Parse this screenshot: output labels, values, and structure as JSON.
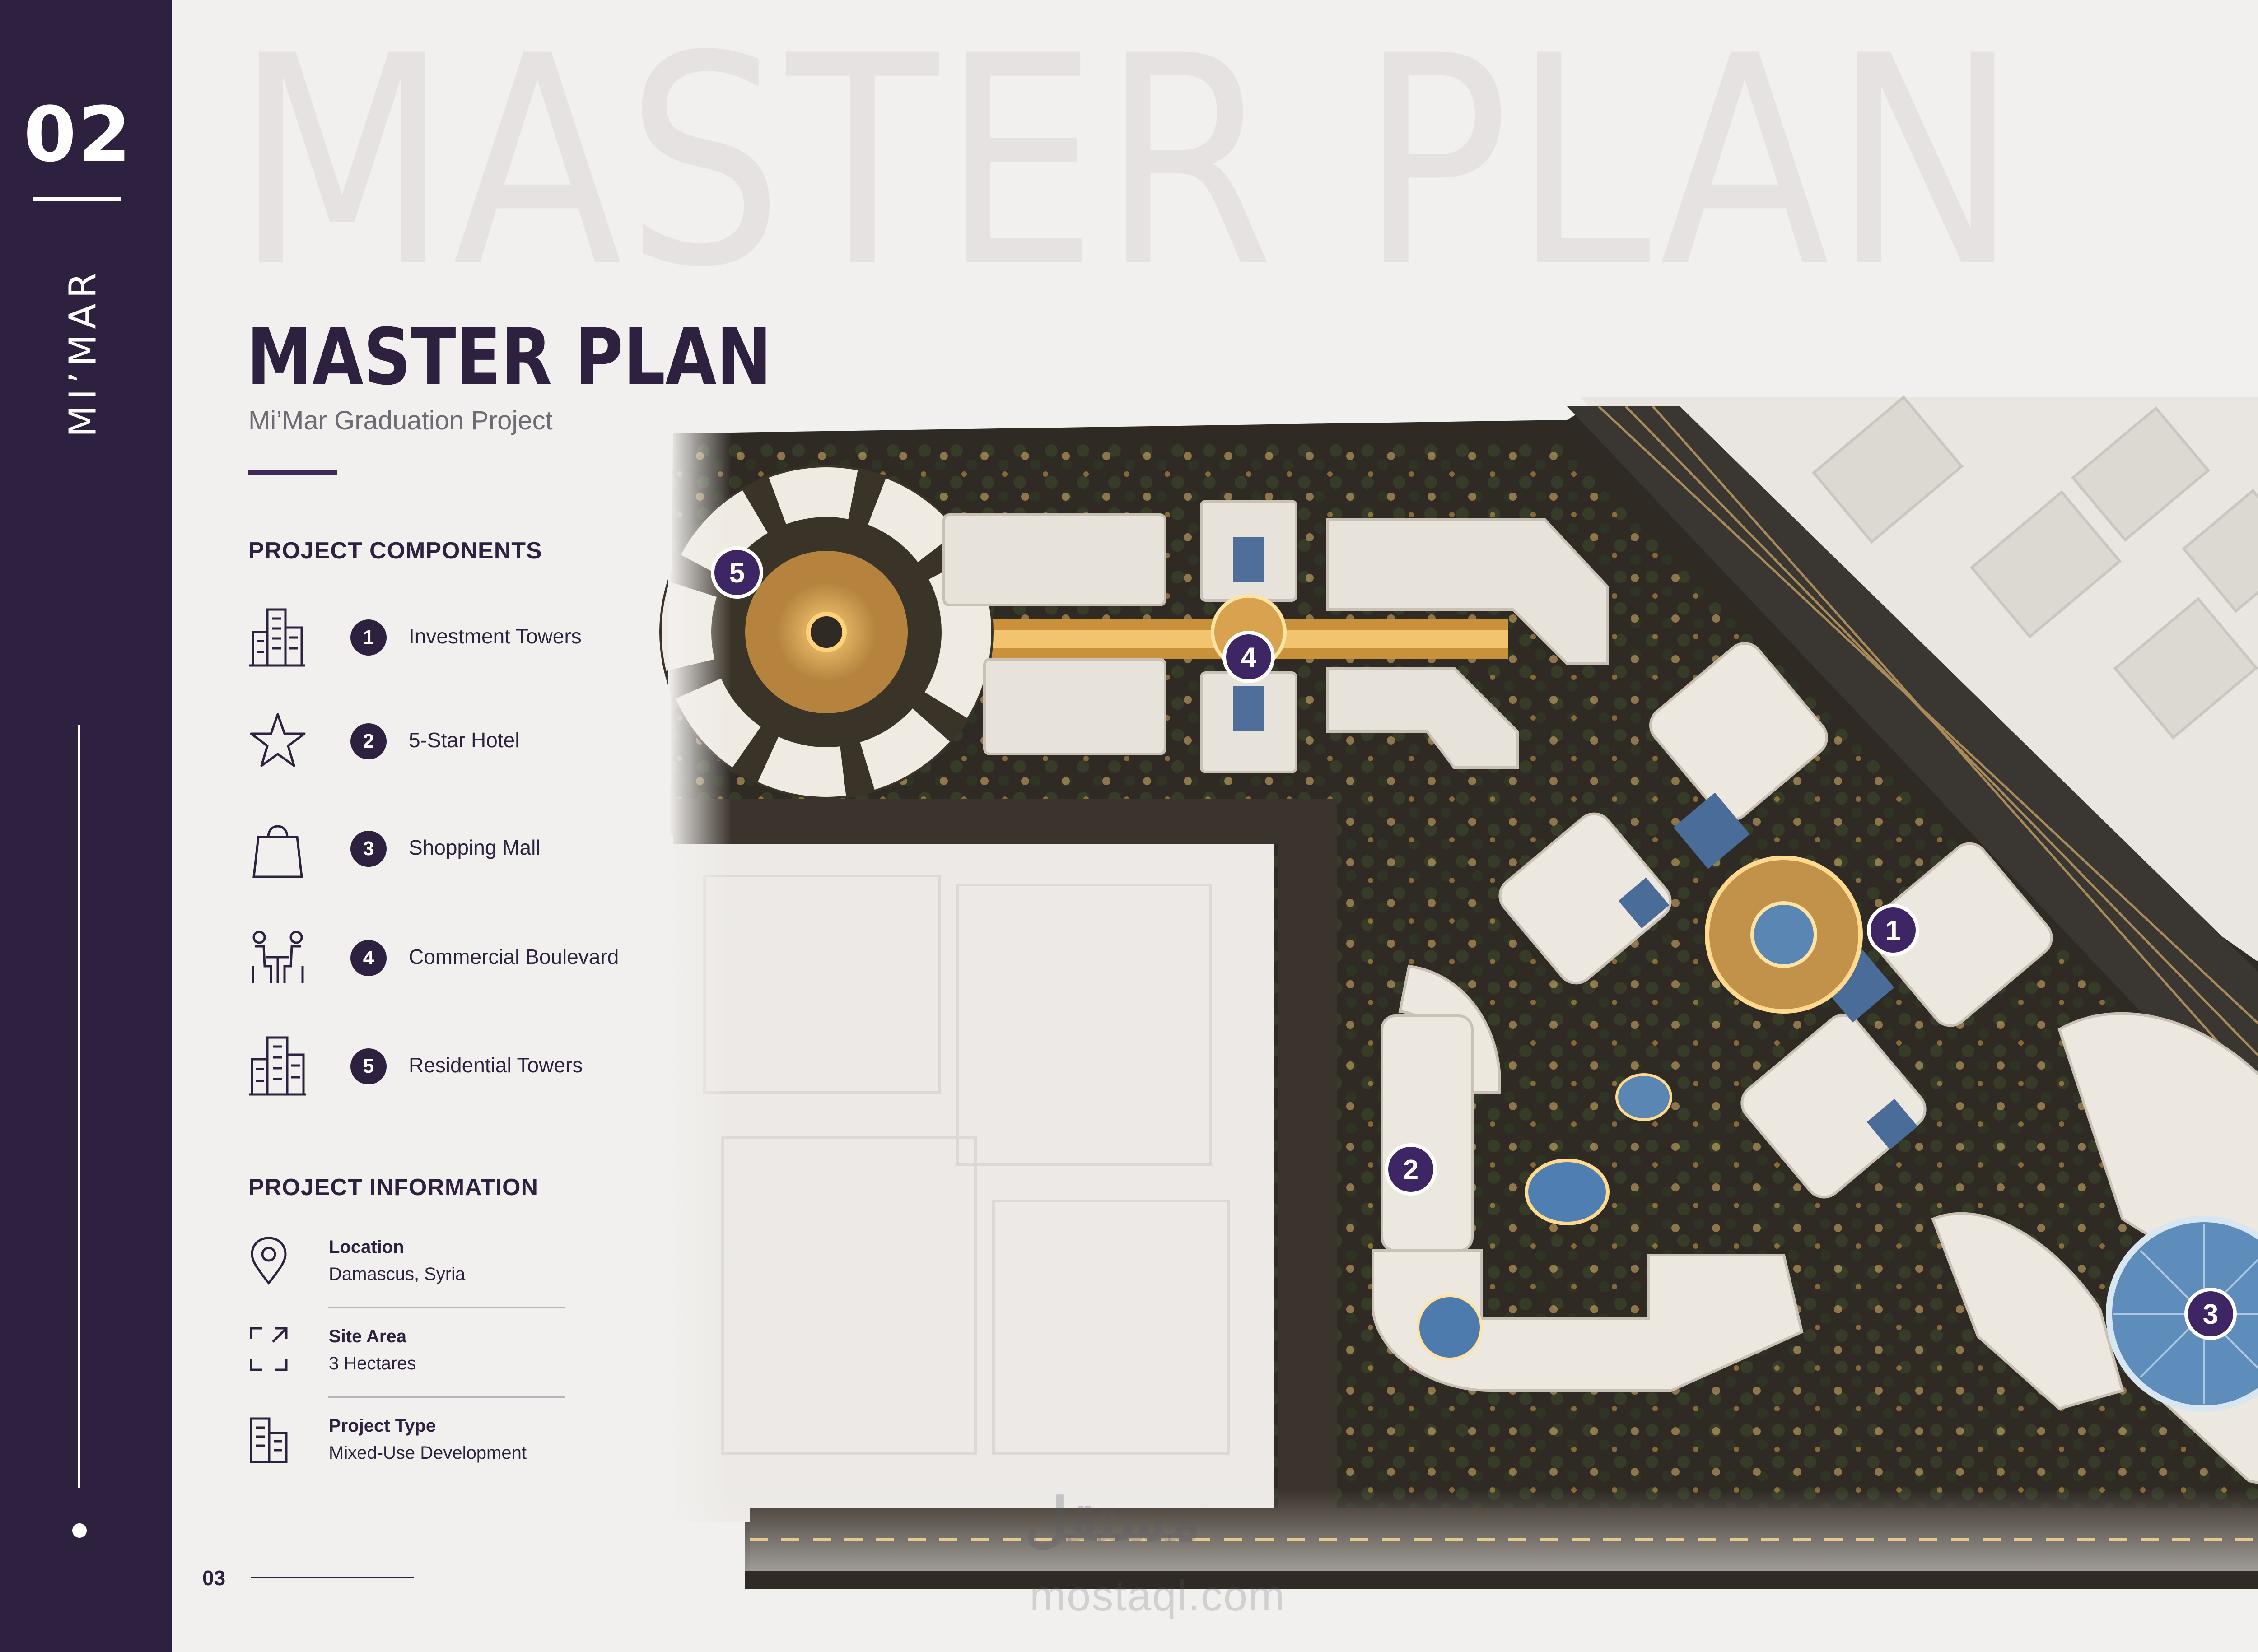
{
  "sidebar": {
    "chapter": "02",
    "brand": "MI’MAR"
  },
  "watermark_heading": "MASTER PLAN",
  "header": {
    "title": "MASTER PLAN",
    "subtitle": "Mi’Mar Graduation Project"
  },
  "components": {
    "heading": "PROJECT COMPONENTS",
    "items": [
      {
        "num": "1",
        "label": "Investment Towers",
        "icon": "towers-icon"
      },
      {
        "num": "2",
        "label": "5-Star Hotel",
        "icon": "star-icon"
      },
      {
        "num": "3",
        "label": "Shopping Mall",
        "icon": "shopping-bag-icon"
      },
      {
        "num": "4",
        "label": "Commercial Boulevard",
        "icon": "cafe-people-icon"
      },
      {
        "num": "5",
        "label": "Residential Towers",
        "icon": "residential-towers-icon"
      }
    ]
  },
  "info": {
    "heading": "PROJECT INFORMATION",
    "items": [
      {
        "key": "Location",
        "value": "Damascus, Syria",
        "icon": "location-pin-icon"
      },
      {
        "key": "Site Area",
        "value": "3 Hectares",
        "icon": "area-expand-icon"
      },
      {
        "key": "Project Type",
        "value": "Mixed-Use Development",
        "icon": "building-icon"
      }
    ]
  },
  "plan_markers": [
    "1",
    "2",
    "3",
    "4",
    "5"
  ],
  "page_number": "03",
  "credit": {
    "arabic": "مستقل",
    "latin": "mostaql.com"
  },
  "colors": {
    "brand": "#2e2140",
    "background": "#f2f0ee",
    "marker": "#3d2663",
    "road": "#3b342c",
    "lights": "#e8b04a"
  }
}
